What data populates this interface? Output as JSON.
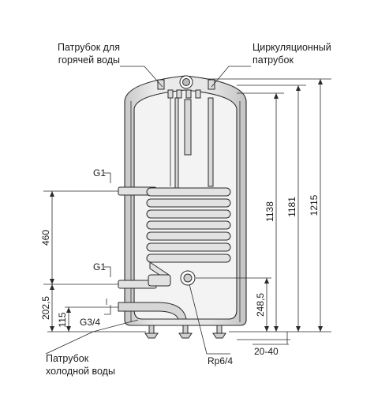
{
  "labels": {
    "hot_water_line1": "Патрубок для",
    "hot_water_line2": "горячей воды",
    "circ_line1": "Циркуляционный",
    "circ_line2": "патрубок",
    "cold_line1": "Патрубок",
    "cold_line2": "холодной воды",
    "coil_top": "G1",
    "coil_bottom": "G1",
    "cold_conn": "G3/4",
    "flange": "Rp6/4"
  },
  "dimensions": {
    "d460": "460",
    "d202_5": "202,5",
    "d115": "115",
    "d1138": "1138",
    "d1181": "1181",
    "d1215": "1215",
    "d248_5": "248,5",
    "d20_40": "20-40"
  },
  "colors": {
    "line": "#2a2a2a",
    "tank_fill": "#e4e4e4",
    "tank_shade": "#cfcfcf",
    "inner": "#f4f4f4"
  }
}
